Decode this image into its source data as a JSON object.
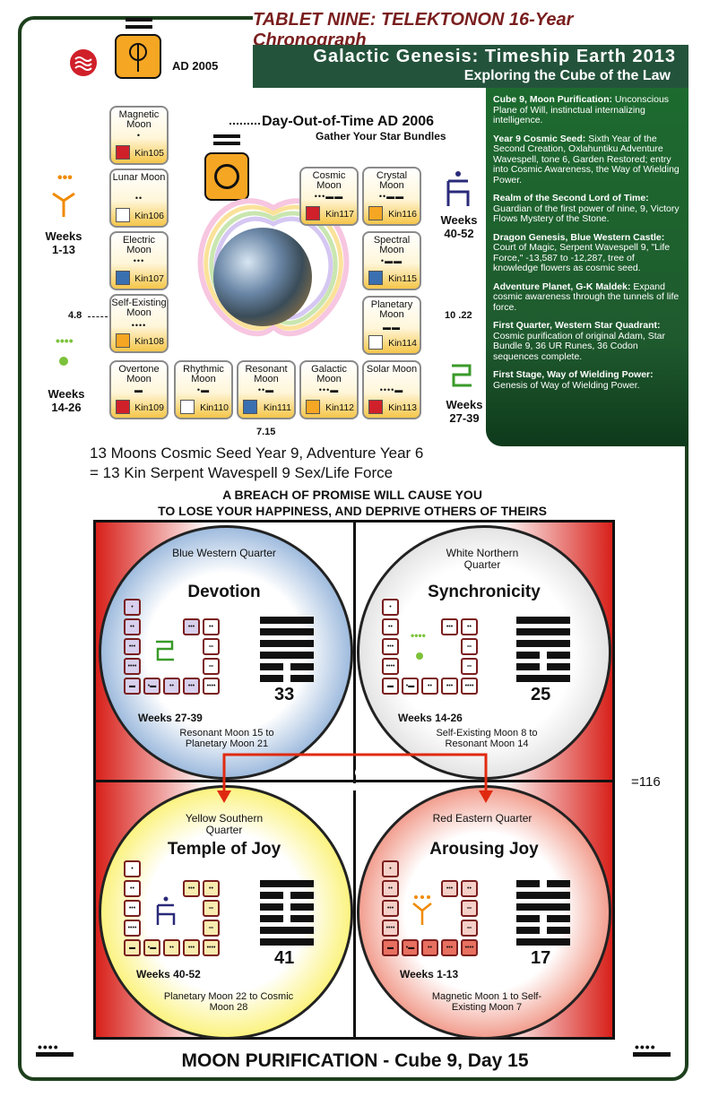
{
  "header": {
    "tablet": "TABLET NINE:  TELEKTONON  16-Year Chronograph",
    "title": "Galactic Genesis: Timeship Earth 2013",
    "subtitle": "Exploring the Cube of the Law"
  },
  "year_label": "AD 2005",
  "dot_label": "Day-Out-of-Time AD 2006",
  "dot_sub": "Gather Your Star Bundles",
  "moons": {
    "magnetic": {
      "name": "Magnetic Moon",
      "kin": "Kin105"
    },
    "lunar": {
      "name": "Lunar Moon",
      "kin": "Kin106"
    },
    "electric": {
      "name": "Electric Moon",
      "kin": "Kin107"
    },
    "self_existing": {
      "name": "Self-Existing Moon",
      "kin": "Kin108"
    },
    "overtone": {
      "name": "Overtone Moon",
      "kin": "Kin109"
    },
    "rhythmic": {
      "name": "Rhythmic Moon",
      "kin": "Kin110"
    },
    "resonant": {
      "name": "Resonant Moon",
      "kin": "Kin111"
    },
    "galactic": {
      "name": "Galactic Moon",
      "kin": "Kin112"
    },
    "solar": {
      "name": "Solar Moon",
      "kin": "Kin113"
    },
    "planetary": {
      "name": "Planetary Moon",
      "kin": "Kin114"
    },
    "spectral": {
      "name": "Spectral Moon",
      "kin": "Kin115"
    },
    "crystal": {
      "name": "Crystal Moon",
      "kin": "Kin116"
    },
    "cosmic": {
      "name": "Cosmic Moon",
      "kin": "Kin117"
    }
  },
  "weeks": {
    "w1": "Weeks 1-13",
    "w14": "Weeks 14-26",
    "w27": "Weeks 27-39",
    "w40": "Weeks 40-52"
  },
  "markers": {
    "left": "4.8",
    "right": "10 .22",
    "bottom": "7.15"
  },
  "sidebar": [
    {
      "head": "Cube 9, Moon Purification:",
      "body": "Unconscious Plane of Will, instinctual internalizing intelligence."
    },
    {
      "head": "Year 9 Cosmic Seed:",
      "body": "Sixth Year of the Second Creation, Oxlahuntiku Adventure Wavespell, tone 6, Garden Restored; entry into Cosmic Awareness, the Way of Wielding Power."
    },
    {
      "head": "Realm of the Second Lord of Time:",
      "body": "Guardian of the first power of nine, 9, Victory Flows Mystery of the Stone."
    },
    {
      "head": "Dragon Genesis, Blue Western Castle:",
      "body": "Court of Magic, Serpent Wavespell 9, \"Life Force,\" -13,587 to -12,287, tree of knowledge flowers as cosmic seed."
    },
    {
      "head": "Adventure Planet, G-K Maldek:",
      "body": "Expand cosmic awareness through the tunnels of life force."
    },
    {
      "head": "First Quarter, Western Star Quadrant:",
      "body": "Cosmic purification of original Adam, Star Bundle 9, 36 UR Runes, 36 Codon sequences complete."
    },
    {
      "head": "First Stage, Way of Wielding Power:",
      "body": "Genesis of Way of Wielding Power."
    }
  ],
  "year_line1": "13 Moons Cosmic Seed Year 9, Adventure Year 6",
  "year_line2": "= 13 Kin Serpent Wavespell 9 Sex/Life Force",
  "warning1": "A BREACH OF PROMISE WILL CAUSE YOU",
  "warning2": "TO LOSE YOUR HAPPINESS, AND DEPRIVE OTHERS OF THEIRS",
  "quadrants": {
    "blue": {
      "name": "Blue Western Quarter",
      "title": "Devotion",
      "hex": "33",
      "weeks": "Weeks 27-39",
      "range": "Resonant Moon 15 to Planetary Moon 21",
      "color": "#4a79b8"
    },
    "white": {
      "name": "White Northern Quarter",
      "title": "Synchronicity",
      "hex": "25",
      "weeks": "Weeks 14-26",
      "range": "Self-Existing Moon 8 to Resonant Moon 14",
      "color": "#cfcfcf"
    },
    "yellow": {
      "name": "Yellow Southern Quarter",
      "title": "Temple of Joy",
      "hex": "41",
      "weeks": "Weeks 40-52",
      "range": "Planetary Moon 22 to Cosmic Moon 28",
      "color": "#f2e400"
    },
    "red": {
      "name": "Red Eastern Quarter",
      "title": "Arousing Joy",
      "hex": "17",
      "weeks": "Weeks 1-13",
      "range": "Magnetic Moon 1 to Self-Existing Moon 7",
      "color": "#e03020"
    }
  },
  "total": "=116",
  "footer": "MOON PURIFICATION - Cube 9, Day 15"
}
